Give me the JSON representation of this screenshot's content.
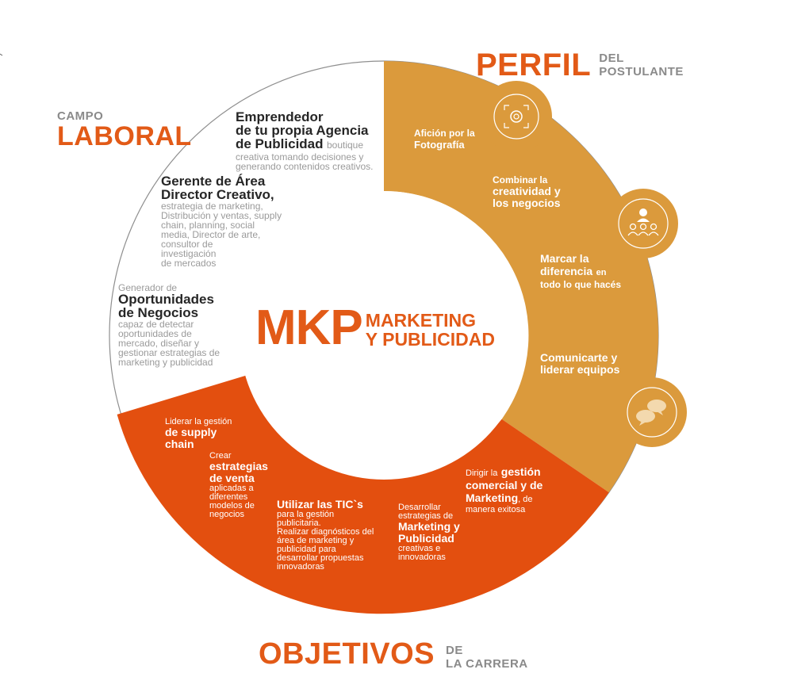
{
  "header_perfil": {
    "big": "PERFIL",
    "small_1": "DEL",
    "small_2": "POSTULANTE"
  },
  "header_campo": {
    "small": "CAMPO",
    "big": "LABORAL"
  },
  "header_objetivos": {
    "big": "OBJETIVOS",
    "small_1": "DE",
    "small_2": "LA CARRERA"
  },
  "center": {
    "big": "MKP",
    "line1": "MARKETING",
    "line2": "Y PUBLICIDAD"
  },
  "campo_laboral": {
    "item1": {
      "head1": "Emprendedor",
      "head2": "de tu propia Agencia",
      "head3": "de Publicidad",
      "inline": "boutique",
      "desc1": "creativa tomando decisiones y",
      "desc2": "generando contenidos creativos."
    },
    "item2": {
      "head1": "Gerente de Área",
      "head2": "Director Creativo,",
      "desc1": "estrategia de marketing,",
      "desc2": "Distribución y ventas, supply",
      "desc3": "chain, planning, social",
      "desc4": "media, Director de arte,",
      "desc5": "consultor de",
      "desc6": "investigación",
      "desc7": "de mercados"
    },
    "item3": {
      "pre": "Generador de",
      "head1": "Oportunidades",
      "head2": "de Negocios",
      "desc1": "capaz  de detectar",
      "desc2": "oportunidades de",
      "desc3": "mercado,  diseñar y",
      "desc4": "gestionar estrategias de",
      "desc5": "marketing y publicidad"
    }
  },
  "perfil": {
    "item1": {
      "line1": "Afición por la",
      "line2": "Fotografía"
    },
    "item2": {
      "pre": "Combinar la",
      "head1": "creatividad y",
      "head2": "los negocios"
    },
    "item3": {
      "head1": "Marcar la",
      "head2": "diferencia",
      "tail": "en",
      "line3": "todo lo que hacés"
    },
    "item4": {
      "head1": "Comunicarte y",
      "head2": "liderar equipos"
    }
  },
  "objetivos": {
    "item1": {
      "pre": "Liderar la gestión",
      "head1": "de supply",
      "head2": "chain"
    },
    "item2": {
      "pre": "Crear",
      "head1": "estrategias",
      "head2": "de venta",
      "desc1": "aplicadas a",
      "desc2": "diferentes",
      "desc3": "modelos de",
      "desc4": "negocios"
    },
    "item3": {
      "head": "Utilizar las TIC`s",
      "desc1": "para la gestión",
      "desc2": "publicitaria.",
      "desc3": "Realizar diagnósticos del",
      "desc4": "área de marketing y",
      "desc5": "publicidad para",
      "desc6": "desarrollar propuestas",
      "desc7": "innovadoras"
    },
    "item4": {
      "pre1": "Desarrollar",
      "pre2": "estrategias de",
      "head1": "Marketing y",
      "head2": "Publicidad",
      "desc1": "creativas e",
      "desc2": "innovadoras"
    },
    "item5": {
      "pre": "Dirigir la",
      "head1": "gestión",
      "head2": "comercial y de",
      "head3": "Marketing",
      "tail": ", de",
      "line4": "manera exitosa"
    }
  },
  "icons": [
    "camera-icon",
    "team-icon",
    "chat-icon"
  ],
  "colors": {
    "orange": "#e25a17",
    "gold": "#db9a3c",
    "gray_text": "#9a9a9a",
    "dark_text": "#262626",
    "ring_outline": "#8a8a8a"
  }
}
